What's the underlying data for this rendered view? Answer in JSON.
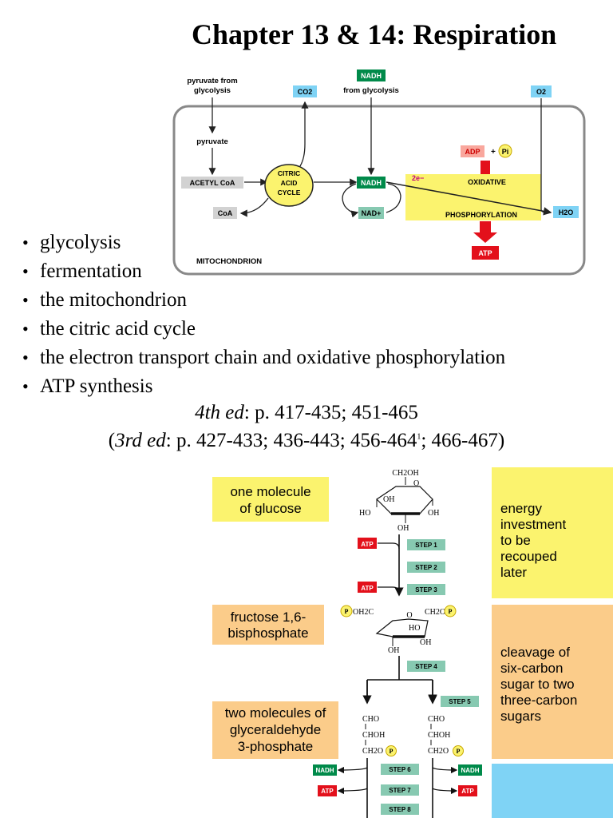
{
  "title": "Chapter 13 & 14: Respiration",
  "diagram1": {
    "pyruvate_from_glycolysis": [
      "pyruvate from",
      "glycolysis"
    ],
    "co2": "CO2",
    "nadh_top": "NADH",
    "from_glycolysis": "from glycolysis",
    "o2": "O2",
    "pyruvate": "pyruvate",
    "acetyl_coa": "ACETYL CoA",
    "coa": "CoA",
    "citric_cycle": [
      "CITRIC",
      "ACID",
      "CYCLE"
    ],
    "nadh_mid": "NADH",
    "nad_plus": "NAD+",
    "two_e": "2e−",
    "adp": "ADP",
    "plus": "+",
    "pi": "Pi",
    "oxidative": "OXIDATIVE",
    "phosphorylation": "PHOSPHORYLATION",
    "h2o": "H2O",
    "atp": "ATP",
    "mitochondrion": "MITOCHONDRION"
  },
  "bullets": [
    "glycolysis",
    "fermentation",
    "the mitochondrion",
    "the citric acid cycle",
    "the electron transport chain and oxidative phosphorylation",
    "ATP synthesis"
  ],
  "refs": {
    "line1_ed": "4th ed",
    "line1_pages": ": p. 417-435; 451-465",
    "line2_open": "(",
    "line2_ed": "3rd ed",
    "line2_pages": ": p. 427-433; 436-443; 456-464",
    "line2_sup": "1",
    "line2_end": "; 466-467)"
  },
  "diagram2": {
    "label_glucose": [
      "one molecule",
      "of glucose"
    ],
    "label_fructose": [
      "fructose 1,6-",
      "bisphosphate"
    ],
    "label_g3p": [
      "two molecules of",
      "glyceraldehyde",
      "3-phosphate"
    ],
    "side_investment": [
      "energy",
      "investment",
      "to be",
      "recouped",
      "later"
    ],
    "side_cleavage": [
      "cleavage of",
      "six-carbon",
      "sugar to two",
      "three-carbon",
      "sugars"
    ],
    "steps": [
      "STEP 1",
      "STEP 2",
      "STEP 3",
      "STEP 4",
      "STEP 5",
      "STEP 6",
      "STEP 7",
      "STEP 8"
    ],
    "atp": "ATP",
    "nadh": "NADH",
    "p": "P",
    "glucose_chem": {
      "ch2oh": "CH2OH",
      "o": "O",
      "oh": "OH",
      "ho": "HO"
    },
    "fructose_chem": {
      "left": "OH2C",
      "o": "O",
      "right": "CH2O",
      "ho": "HO",
      "oh": "OH"
    },
    "g3p_chem": {
      "cho": "CHO",
      "choh": "CHOH",
      "ch2o": "CH2O"
    }
  },
  "colors": {
    "yellow": "#fbf36e",
    "orange": "#fbcc8a",
    "blue": "#7fd3f5",
    "green_step": "#87c9b1",
    "dark_green": "#008a4a",
    "red": "#e3101b",
    "light_blue_box": "#9fd8f3",
    "gray_box": "#d2d2d2",
    "salmon": "#f9a79d"
  }
}
